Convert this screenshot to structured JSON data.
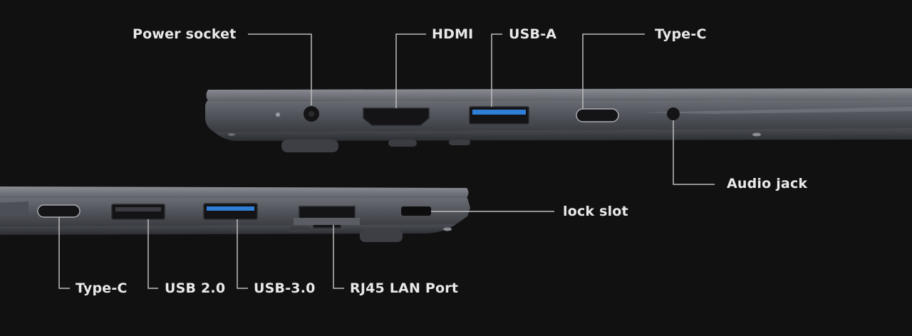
{
  "top_side_labels": {
    "power_socket": "Power socket",
    "hdmi": "HDMI",
    "usb_a": "USB-A",
    "type_c": "Type-C",
    "audio_jack": "Audio jack"
  },
  "bottom_side_labels": {
    "lock_slot": "lock slot",
    "type_c": "Type-C",
    "usb_2": "USB 2.0",
    "usb_3": "USB-3.0",
    "rj45": "RJ45 LAN Port"
  },
  "colors": {
    "background": "#111112",
    "chassis": "#55585e",
    "label_text": "#e9e9e9",
    "leader_line": "#bdbdbd",
    "usb3_blue": "#2f7fd6"
  }
}
